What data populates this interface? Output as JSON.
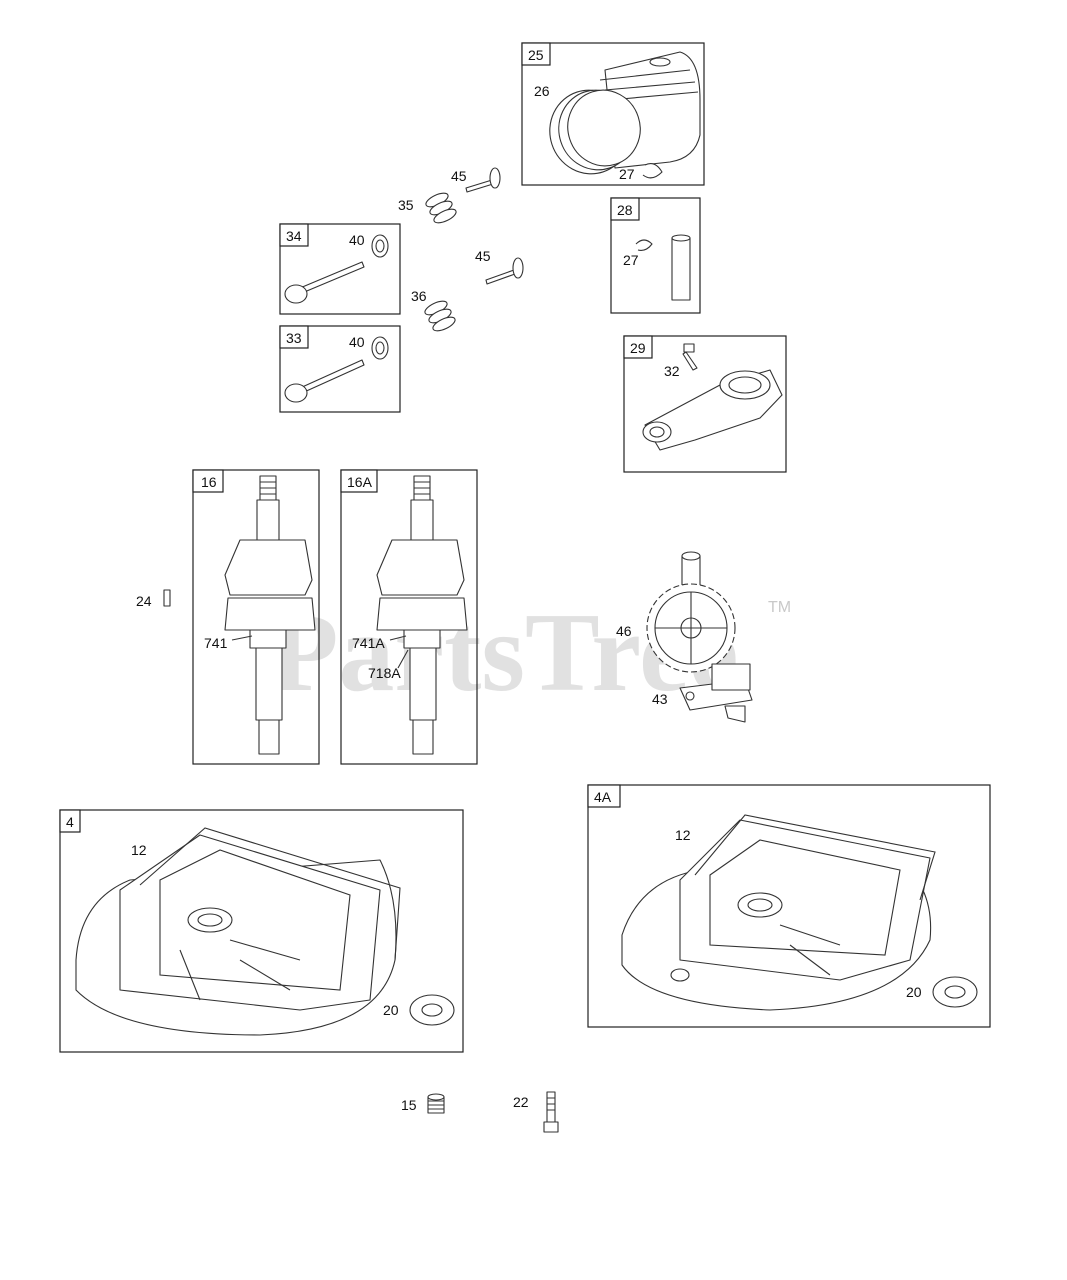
{
  "watermark": {
    "text": "PartsTree",
    "trademark": "TM"
  },
  "groups": {
    "g25": {
      "tag": "25",
      "parts": {
        "p26": "26",
        "p27": "27"
      }
    },
    "g28": {
      "tag": "28",
      "parts": {
        "p27": "27"
      }
    },
    "g29": {
      "tag": "29",
      "parts": {
        "p32": "32"
      }
    },
    "g34": {
      "tag": "34",
      "parts": {
        "p40": "40"
      }
    },
    "g33": {
      "tag": "33",
      "parts": {
        "p40": "40"
      }
    },
    "g16": {
      "tag": "16",
      "parts": {
        "p741": "741"
      }
    },
    "g16a": {
      "tag": "16A",
      "parts": {
        "p741a": "741A",
        "p718a": "718A"
      }
    },
    "g4": {
      "tag": "4",
      "parts": {
        "p12": "12",
        "p20": "20"
      }
    },
    "g4a": {
      "tag": "4A",
      "parts": {
        "p12": "12",
        "p20": "20"
      }
    }
  },
  "loose_parts": {
    "valve_45_upper": "45",
    "spring_35": "35",
    "valve_45_lower": "45",
    "spring_36": "36",
    "key_24": "24",
    "cam_46": "46",
    "governor_43": "43",
    "plug_15": "15",
    "bolt_22": "22"
  }
}
